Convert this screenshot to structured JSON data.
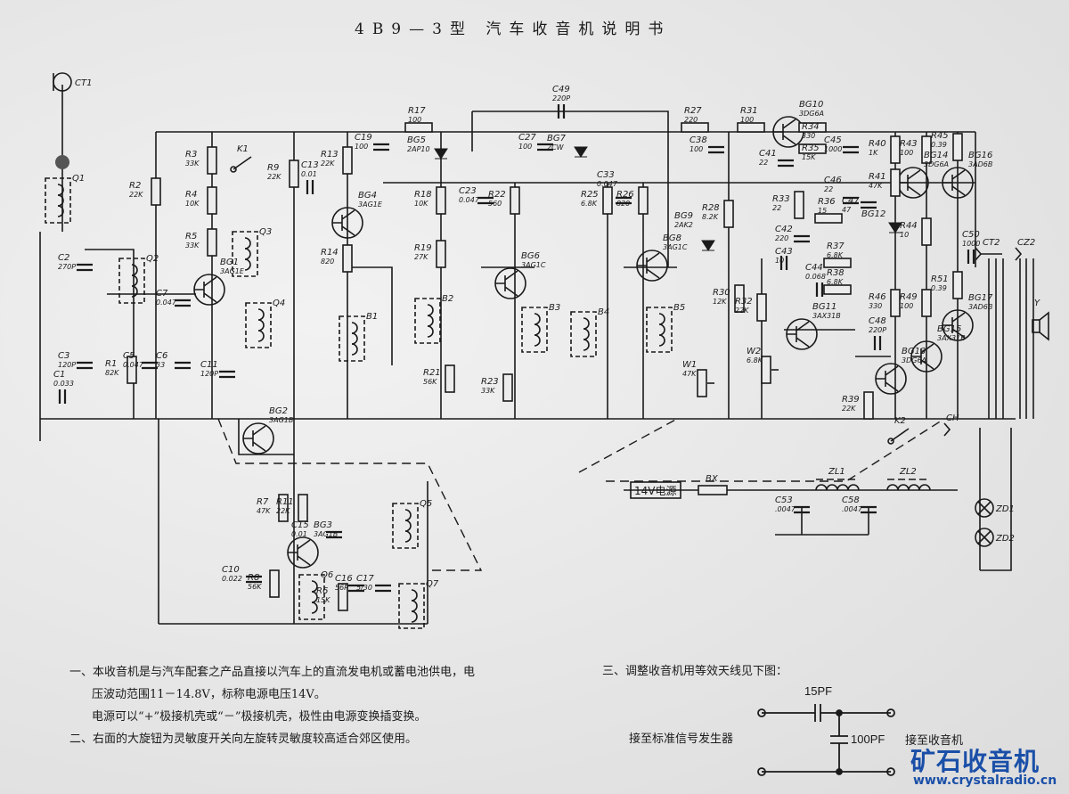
{
  "title": "4B9—3型 汽车收音机说明书",
  "notes": {
    "n1_line1": "一、本收音机是与汽车配套之产品直接以汽车上的直流发电机或蓄电池供电，电",
    "n1_line2": "压波动范围11－14.8V，标称电源电压14V。",
    "n1_line3": "电源可以“+”极接机壳或“－”极接机壳，极性由电源变换插变换。",
    "n2": "二、右面的大旋钮为灵敏度开关向左旋转灵敏度较高适合郊区使用。",
    "n3": "三、调整收音机用等效天线见下图：",
    "antenna_c_series": "15PF",
    "antenna_c_shunt": "100PF",
    "from_label": "接至标准信号发生器",
    "to_label": "接至收音机"
  },
  "watermark": {
    "text": "矿石收音机",
    "url": "www.crystalradio.cn"
  },
  "colors": {
    "ink": "#1a1a1a",
    "paper": "#e9e9e9",
    "watermark": "#1a4fa8"
  },
  "power_source": "14V电源",
  "components": [
    {
      "ref": "BG1",
      "value": "3AG1E",
      "kind": "transistor"
    },
    {
      "ref": "BG2",
      "value": "3AG1B",
      "kind": "transistor"
    },
    {
      "ref": "BG3",
      "value": "3AG1B",
      "kind": "transistor"
    },
    {
      "ref": "BG4",
      "value": "3AG1E",
      "kind": "transistor"
    },
    {
      "ref": "BG6",
      "value": "3AG1C",
      "kind": "transistor"
    },
    {
      "ref": "BG8",
      "value": "3AG1C",
      "kind": "transistor"
    },
    {
      "ref": "BG10",
      "value": "3DG6A",
      "kind": "transistor"
    },
    {
      "ref": "BG11",
      "value": "3AX31B",
      "kind": "transistor"
    },
    {
      "ref": "BG13",
      "value": "3DG6A",
      "kind": "transistor"
    },
    {
      "ref": "BG14",
      "value": "3DG6A",
      "kind": "transistor"
    },
    {
      "ref": "BG15",
      "value": "3AX31B",
      "kind": "transistor"
    },
    {
      "ref": "BG16",
      "value": "3AD6B",
      "kind": "transistor"
    },
    {
      "ref": "BG17",
      "value": "3AD6B",
      "kind": "transistor"
    },
    {
      "ref": "BG5",
      "value": "2AP10",
      "kind": "diode"
    },
    {
      "ref": "BG7",
      "value": "2CW",
      "kind": "diode"
    },
    {
      "ref": "BG9",
      "value": "2AK2",
      "kind": "diode"
    },
    {
      "ref": "BG12",
      "value": "",
      "kind": "diode"
    },
    {
      "ref": "R1",
      "value": "82K",
      "kind": "resistor"
    },
    {
      "ref": "R2",
      "value": "22K",
      "kind": "resistor"
    },
    {
      "ref": "R3",
      "value": "33K",
      "kind": "resistor"
    },
    {
      "ref": "R4",
      "value": "10K",
      "kind": "resistor"
    },
    {
      "ref": "R5",
      "value": "33K",
      "kind": "resistor"
    },
    {
      "ref": "R6",
      "value": "15K",
      "kind": "resistor"
    },
    {
      "ref": "R7",
      "value": "47K",
      "kind": "resistor"
    },
    {
      "ref": "R8",
      "value": "56K",
      "kind": "resistor"
    },
    {
      "ref": "R9",
      "value": "22K",
      "kind": "resistor"
    },
    {
      "ref": "R11",
      "value": "22K",
      "kind": "resistor"
    },
    {
      "ref": "R13",
      "value": "22K",
      "kind": "resistor"
    },
    {
      "ref": "R14",
      "value": "820",
      "kind": "resistor"
    },
    {
      "ref": "R17",
      "value": "100",
      "kind": "resistor-h"
    },
    {
      "ref": "R18",
      "value": "10K",
      "kind": "resistor"
    },
    {
      "ref": "R19",
      "value": "27K",
      "kind": "resistor"
    },
    {
      "ref": "R21",
      "value": "56K",
      "kind": "resistor"
    },
    {
      "ref": "R22",
      "value": "560",
      "kind": "resistor"
    },
    {
      "ref": "R23",
      "value": "33K",
      "kind": "resistor"
    },
    {
      "ref": "R25",
      "value": "6.8K",
      "kind": "resistor"
    },
    {
      "ref": "R26",
      "value": "820",
      "kind": "resistor"
    },
    {
      "ref": "R27",
      "value": "220",
      "kind": "resistor-h"
    },
    {
      "ref": "R28",
      "value": "8.2K",
      "kind": "resistor"
    },
    {
      "ref": "R30",
      "value": "12K",
      "kind": "resistor"
    },
    {
      "ref": "R31",
      "value": "100",
      "kind": "resistor-h"
    },
    {
      "ref": "R32",
      "value": "22K",
      "kind": "resistor"
    },
    {
      "ref": "R33",
      "value": "22",
      "kind": "resistor"
    },
    {
      "ref": "R34",
      "value": "330",
      "kind": "resistor-h"
    },
    {
      "ref": "R35",
      "value": "15K",
      "kind": "resistor-h"
    },
    {
      "ref": "R36",
      "value": "15",
      "kind": "resistor-h"
    },
    {
      "ref": "R37",
      "value": "6.8K",
      "kind": "resistor-h"
    },
    {
      "ref": "R38",
      "value": "6.8K",
      "kind": "resistor-h"
    },
    {
      "ref": "R39",
      "value": "22K",
      "kind": "resistor"
    },
    {
      "ref": "R40",
      "value": "1K",
      "kind": "resistor"
    },
    {
      "ref": "R41",
      "value": "47K",
      "kind": "resistor"
    },
    {
      "ref": "R43",
      "value": "100",
      "kind": "resistor"
    },
    {
      "ref": "R44",
      "value": "10",
      "kind": "resistor"
    },
    {
      "ref": "R45",
      "value": "0.39",
      "kind": "resistor"
    },
    {
      "ref": "R46",
      "value": "330",
      "kind": "resistor"
    },
    {
      "ref": "R49",
      "value": "100",
      "kind": "resistor"
    },
    {
      "ref": "R51",
      "value": "0.39",
      "kind": "resistor"
    },
    {
      "ref": "C1",
      "value": "0.033",
      "kind": "cap-h"
    },
    {
      "ref": "C2",
      "value": "270P",
      "kind": "cap"
    },
    {
      "ref": "C3",
      "value": "120P",
      "kind": "cap"
    },
    {
      "ref": "C5",
      "value": "0.047",
      "kind": "cap"
    },
    {
      "ref": "C6",
      "value": "33",
      "kind": "cap"
    },
    {
      "ref": "C7",
      "value": "0.047",
      "kind": "cap"
    },
    {
      "ref": "C10",
      "value": "0.022",
      "kind": "cap"
    },
    {
      "ref": "C11",
      "value": "120P",
      "kind": "cap"
    },
    {
      "ref": "C13",
      "value": "0.01",
      "kind": "cap-h"
    },
    {
      "ref": "C15",
      "value": "0.01",
      "kind": "cap"
    },
    {
      "ref": "C16",
      "value": "56P",
      "kind": "cap"
    },
    {
      "ref": "C17",
      "value": "5/30",
      "kind": "cap"
    },
    {
      "ref": "C19",
      "value": "100",
      "kind": "cap"
    },
    {
      "ref": "C23",
      "value": "0.047",
      "kind": "cap"
    },
    {
      "ref": "C27",
      "value": "100",
      "kind": "cap"
    },
    {
      "ref": "C33",
      "value": "0.047",
      "kind": "cap"
    },
    {
      "ref": "C38",
      "value": "100",
      "kind": "cap"
    },
    {
      "ref": "C41",
      "value": "22",
      "kind": "cap"
    },
    {
      "ref": "C42",
      "value": "220",
      "kind": "cap"
    },
    {
      "ref": "C43",
      "value": "10",
      "kind": "cap-h"
    },
    {
      "ref": "C44",
      "value": "0.068",
      "kind": "cap-h"
    },
    {
      "ref": "C45",
      "value": "1000",
      "kind": "cap"
    },
    {
      "ref": "C46",
      "value": "22",
      "kind": "cap"
    },
    {
      "ref": "C47",
      "value": "47",
      "kind": "cap"
    },
    {
      "ref": "C48",
      "value": "220P",
      "kind": "cap-h"
    },
    {
      "ref": "C49",
      "value": "220P",
      "kind": "cap-h"
    },
    {
      "ref": "C50",
      "value": "1000",
      "kind": "cap-h"
    },
    {
      "ref": "C53",
      "value": ".0047",
      "kind": "cap"
    },
    {
      "ref": "C58",
      "value": ".0047",
      "kind": "cap"
    },
    {
      "ref": "Q1",
      "value": "",
      "kind": "coil"
    },
    {
      "ref": "Q2",
      "value": "",
      "kind": "coil"
    },
    {
      "ref": "Q3",
      "value": "",
      "kind": "coil"
    },
    {
      "ref": "Q4",
      "value": "",
      "kind": "coil"
    },
    {
      "ref": "Q5",
      "value": "",
      "kind": "coil"
    },
    {
      "ref": "Q6",
      "value": "",
      "kind": "coil"
    },
    {
      "ref": "Q7",
      "value": "",
      "kind": "coil"
    },
    {
      "ref": "B1",
      "value": "",
      "kind": "coil"
    },
    {
      "ref": "B2",
      "value": "",
      "kind": "coil"
    },
    {
      "ref": "B3",
      "value": "",
      "kind": "coil"
    },
    {
      "ref": "B4",
      "value": "",
      "kind": "coil"
    },
    {
      "ref": "B5",
      "value": "",
      "kind": "coil"
    },
    {
      "ref": "ZL1",
      "value": "",
      "kind": "choke"
    },
    {
      "ref": "ZL2",
      "value": "",
      "kind": "choke"
    },
    {
      "ref": "W1",
      "value": "47K",
      "kind": "pot"
    },
    {
      "ref": "W2",
      "value": "6.8K",
      "kind": "pot"
    },
    {
      "ref": "K1",
      "value": "",
      "kind": "switch"
    },
    {
      "ref": "K2",
      "value": "",
      "kind": "switch"
    },
    {
      "ref": "BX",
      "value": "",
      "kind": "fuse"
    },
    {
      "ref": "ZD1",
      "value": "",
      "kind": "lamp"
    },
    {
      "ref": "ZD2",
      "value": "",
      "kind": "lamp"
    },
    {
      "ref": "CT1",
      "value": "",
      "kind": "antenna"
    },
    {
      "ref": "CT2",
      "value": "",
      "kind": "connector"
    },
    {
      "ref": "CZ2",
      "value": "",
      "kind": "connector"
    },
    {
      "ref": "CH",
      "value": "",
      "kind": "connector"
    },
    {
      "ref": "Y",
      "value": "",
      "kind": "speaker"
    }
  ]
}
